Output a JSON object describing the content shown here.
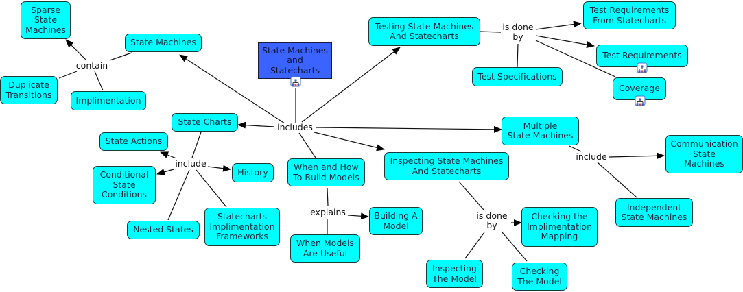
{
  "title": "State Machines and Statecharts",
  "colors": {
    "concept_fill": "#00ffff",
    "root_fill": "#3a63ff",
    "line": "#000000"
  },
  "concepts": {
    "root": "State Machines\nand\nStatecharts",
    "state_machines": "State Machines",
    "sparse": "Sparse\nState\nMachines",
    "duplicate": "Duplicate\nTransitions",
    "implimentation": "Implimentation",
    "testing": "Testing State Machines\nAnd Statecharts",
    "test_req_from": "Test Requirements\nFrom Statecharts",
    "test_req": "Test Requirements",
    "test_spec": "Test Specifications",
    "coverage": "Coverage",
    "state_charts": "State Charts",
    "state_actions": "State Actions",
    "conditional": "Conditional\nState\nConditions",
    "history": "History",
    "nested": "Nested States",
    "frameworks": "Statecharts\nImplimentation\nFrameworks",
    "when_how": "When and How\nTo Build Models",
    "building": "Building A\nModel",
    "when_useful": "When Models\nAre Useful",
    "inspecting_sm": "Inspecting State Machines\nAnd Statecharts",
    "inspecting_model": "Inspecting\nThe Model",
    "checking_model": "Checking\nThe Model",
    "checking_impl": "Checking the\nImplimentation\nMapping",
    "multiple": "Multiple\nState Machines",
    "communication": "Communication\nState\nMachines",
    "independent": "Independent\nState Machines"
  },
  "linking_phrases": {
    "includes": "includes",
    "contain": "contain",
    "is_done_by_testing": "is done\nby",
    "include_statecharts": "include",
    "explains": "explains",
    "is_done_by_inspecting": "is done\nby",
    "include_multiple": "include"
  },
  "icons": {
    "submap_root": "submap-icon",
    "submap_test_req": "submap-icon",
    "submap_coverage": "submap-icon"
  }
}
